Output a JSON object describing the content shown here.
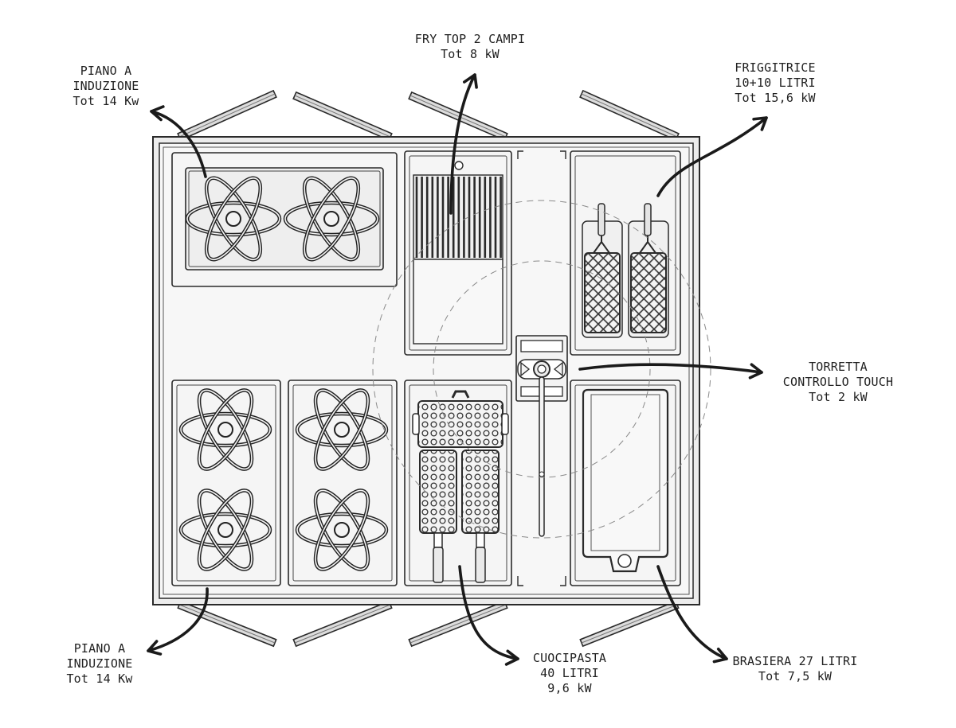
{
  "colors": {
    "line": "#2a2a2a",
    "fill": "#f1f1f1",
    "light": "#fafafa",
    "arrow": "#1a1a1a"
  },
  "labels": {
    "induction_top": [
      "PIANO A",
      "INDUZIONE",
      "Tot 14 Kw"
    ],
    "fry_top": [
      "FRY TOP 2 CAMPI",
      "Tot 8 kW"
    ],
    "fryer": [
      "FRIGGITRICE",
      "10+10  LITRI",
      "Tot 15,6 kW"
    ],
    "tower": [
      "TORRETTA",
      "CONTROLLO TOUCH",
      "Tot 2 kW"
    ],
    "induction_bottom": [
      "PIANO A",
      "INDUZIONE",
      "Tot 14 Kw"
    ],
    "pasta": [
      "CUOCIPASTA",
      "40 LITRI",
      "9,6 kW"
    ],
    "brasiera": [
      "BRASIERA 27 LITRI",
      "Tot 7,5 kW"
    ]
  },
  "icons": [
    "induction-coil-icon",
    "griddle-icon",
    "fryer-basket-icon",
    "pasta-basket-icon",
    "control-tower-icon",
    "braising-pan-icon",
    "arrow-icon"
  ]
}
